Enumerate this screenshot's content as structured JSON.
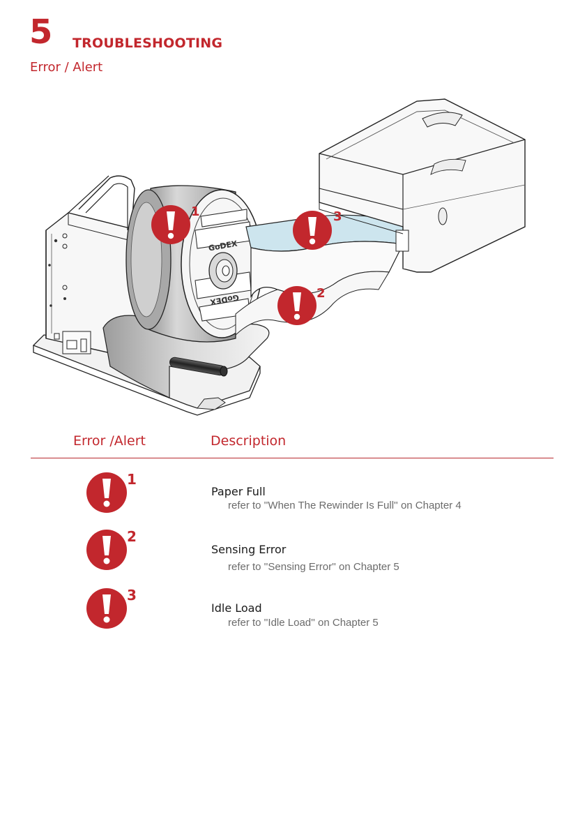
{
  "header": {
    "chapter_number": "5",
    "chapter_title": "TROUBLESHOOTING",
    "section_title": "Error / Alert"
  },
  "illustration": {
    "callouts": [
      "1",
      "3",
      "2"
    ],
    "reel_brand": "GoDEX"
  },
  "table": {
    "col_error": "Error /Alert",
    "col_description": "Description",
    "rows": [
      {
        "number": "1",
        "title": "Paper Full",
        "description": "refer to ''When The Rewinder Is Full'' on Chapter 4"
      },
      {
        "number": "2",
        "title": "Sensing Error",
        "description": "refer to ''Sensing Error'' on Chapter 5"
      },
      {
        "number": "3",
        "title": "Idle Load",
        "description": "refer to ''Idle Load'' on Chapter 5"
      }
    ]
  },
  "colors": {
    "accent": "#c2272d",
    "paper": "#cde5ee",
    "metal": "#b9b9b9"
  },
  "icons": {
    "alert": "exclamation-circle-icon"
  }
}
